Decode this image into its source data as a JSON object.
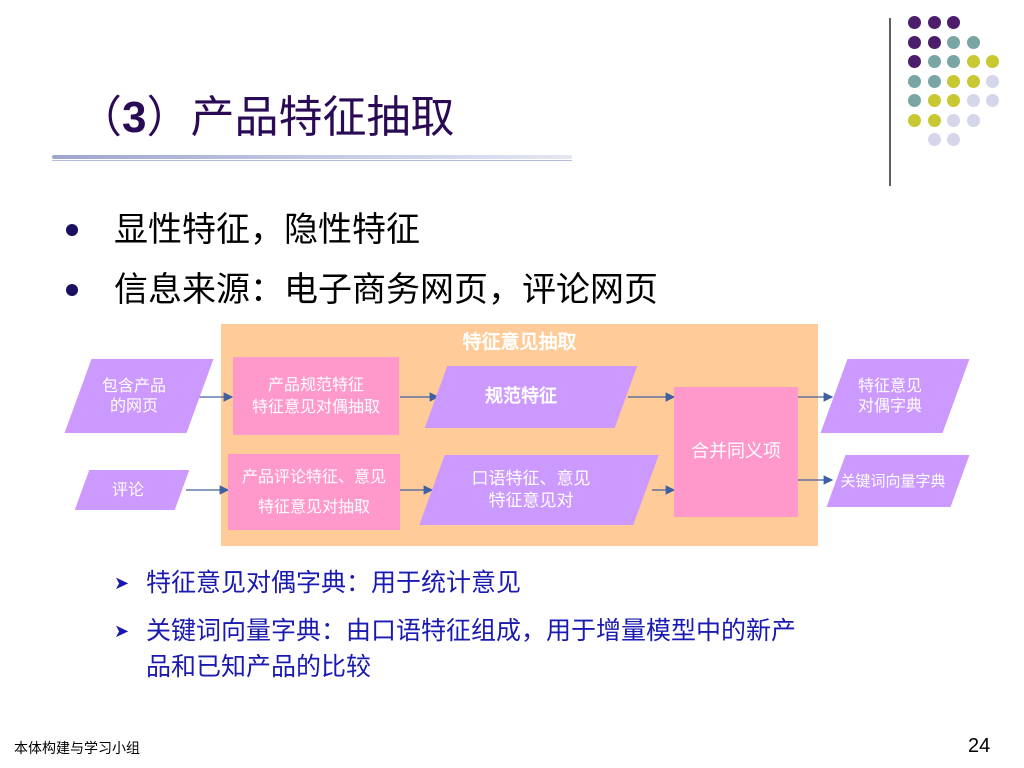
{
  "slide": {
    "title_prefix": "（",
    "title_number": "3",
    "title_rest": "）产品特征抽取",
    "bullets": [
      "显性特征，隐性特征",
      "信息来源：电子商务网页，评论网页"
    ],
    "diagram": {
      "panel_title": "特征意见抽取",
      "input_top": [
        "包含产品",
        "的网页"
      ],
      "input_bottom": "评论",
      "process_top": [
        "产品规范特征",
        "特征意见对偶抽取"
      ],
      "process_bottom": [
        "产品评论特征、意见",
        "特征意见对抽取"
      ],
      "mid_top": "规范特征",
      "mid_bottom": [
        "口语特征、意见",
        "特征意见对"
      ],
      "merge": "合并同义项",
      "output_top": [
        "特征意见",
        "对偶字典"
      ],
      "output_bottom": "关键词向量字典"
    },
    "sub_bullets": [
      [
        "特征意见对偶字典：用于统计意见"
      ],
      [
        "关键词向量字典：由口语特征组成，用于增量模型中的新产",
        "品和已知产品的比较"
      ]
    ],
    "footer_left": "本体构建与学习小组",
    "page_number": "24"
  },
  "colors": {
    "purple": "#4b1d6b",
    "teal": "#7aa5a5",
    "olive": "#c8c832",
    "lavender": "#d6d6ea",
    "panel": "#ffcc99",
    "parallelogram": "#cc99ff",
    "process_box": "#ff99cc"
  },
  "icons": {
    "bullet": "filled-circle",
    "sub_bullet": "chevron-right"
  }
}
